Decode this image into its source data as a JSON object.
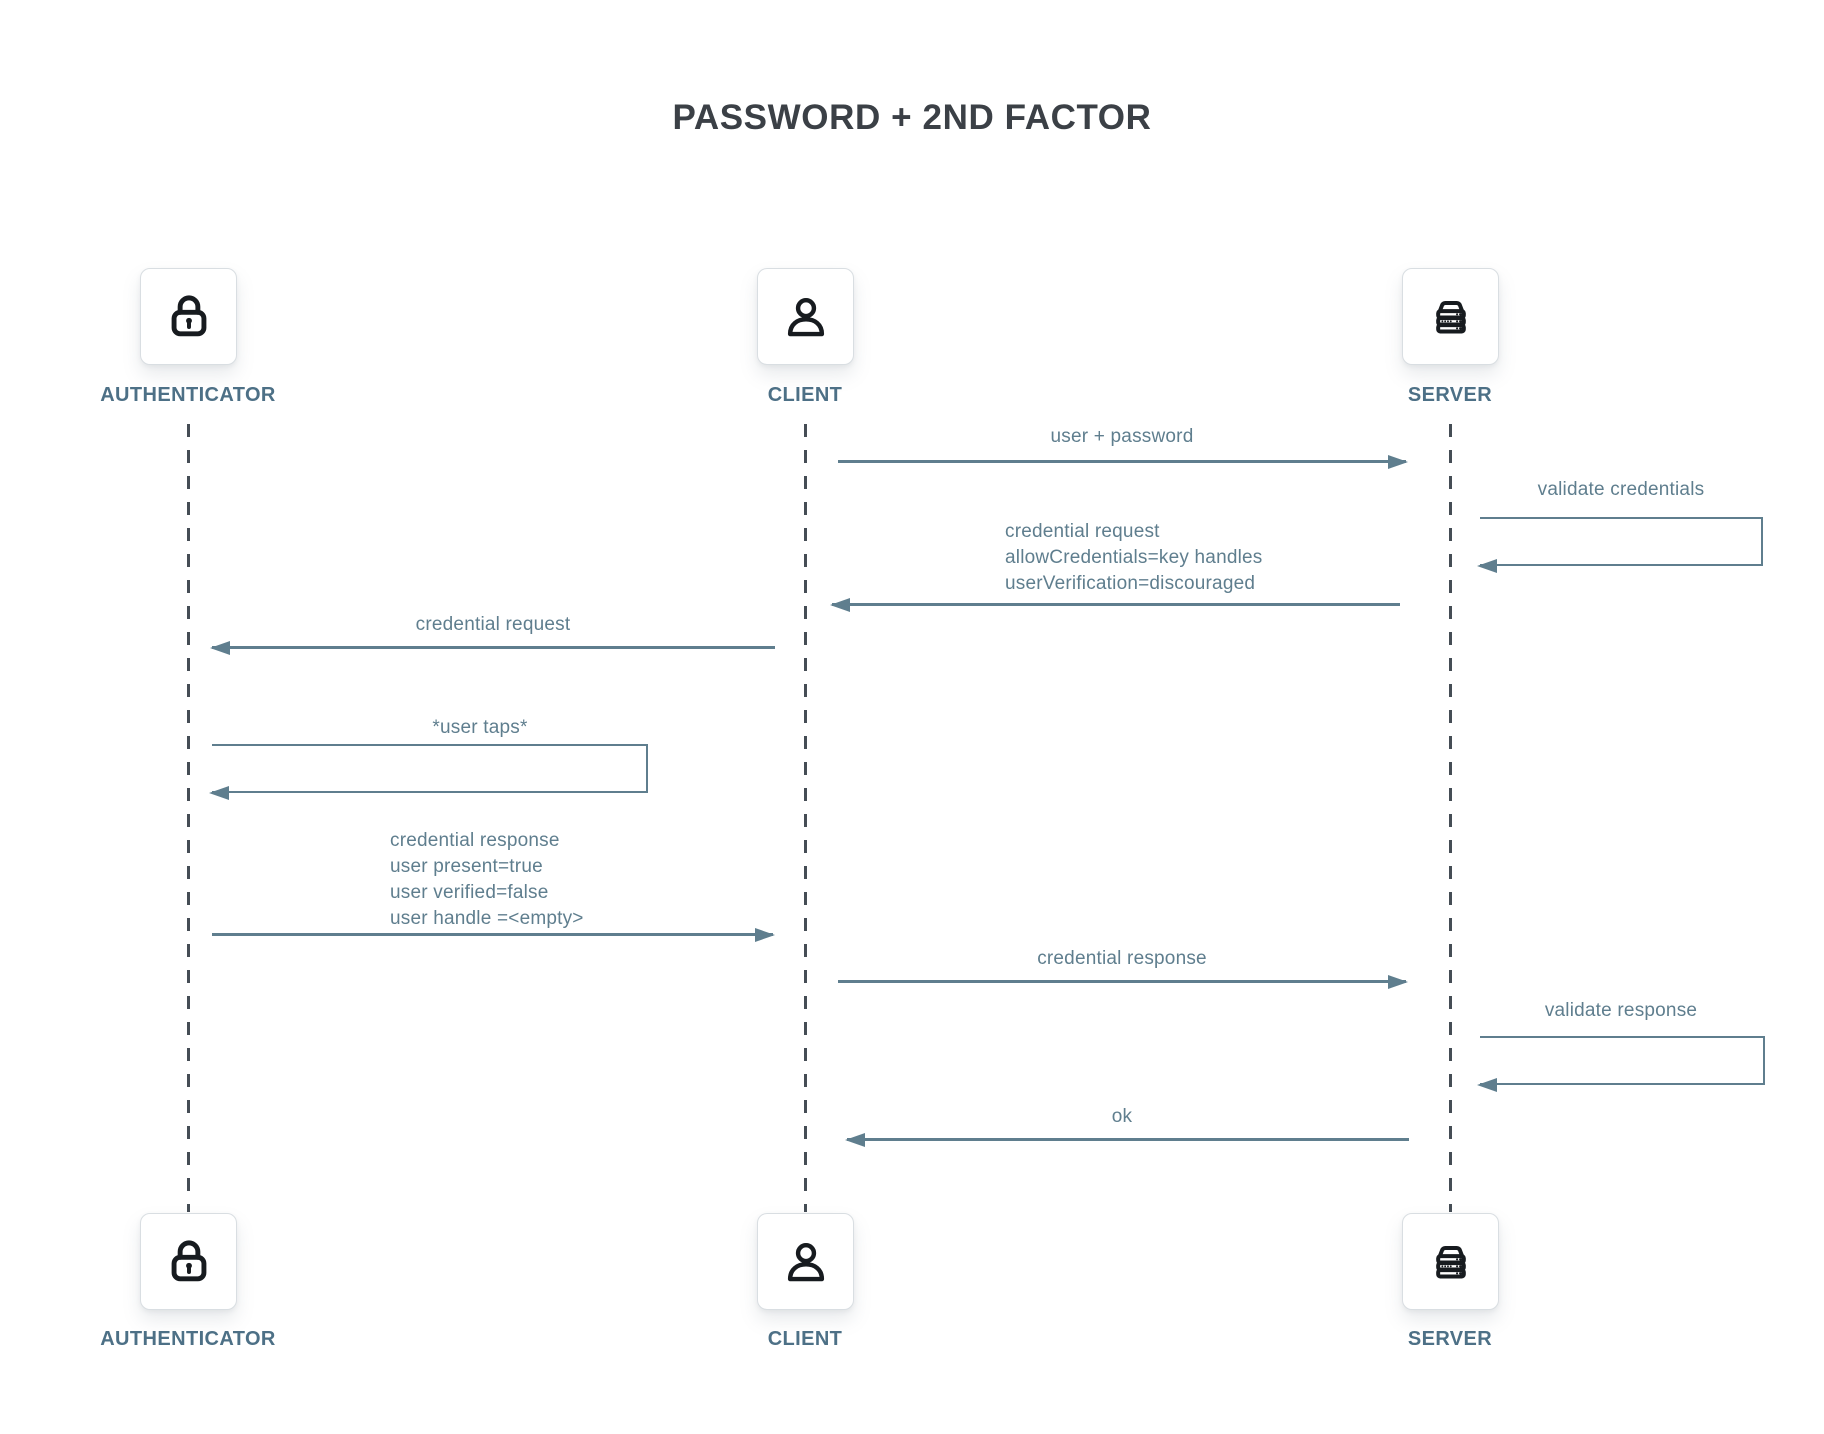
{
  "title": "PASSWORD + 2ND FACTOR",
  "colors": {
    "arrow": "#5f7e8e",
    "lifeline": "#454d55",
    "actor_label": "#4d7086",
    "title": "#3b4046",
    "icon": "#171b1f",
    "box_border": "#d9dee2",
    "box_bg": "#ffffff"
  },
  "actors": [
    {
      "id": "authenticator",
      "label": "AUTHENTICATOR",
      "icon": "lock-icon"
    },
    {
      "id": "client",
      "label": "CLIENT",
      "icon": "person-icon"
    },
    {
      "id": "server",
      "label": "SERVER",
      "icon": "server-icon"
    }
  ],
  "messages": [
    {
      "type": "arrow",
      "from": "client",
      "to": "server",
      "lines": [
        "user + password"
      ]
    },
    {
      "type": "self-loop",
      "actor": "server",
      "lines": [
        "validate credentials"
      ]
    },
    {
      "type": "arrow",
      "from": "server",
      "to": "client",
      "lines": [
        "credential request",
        "allowCredentials=key handles",
        "userVerification=discouraged"
      ]
    },
    {
      "type": "arrow",
      "from": "client",
      "to": "authenticator",
      "lines": [
        "credential request"
      ]
    },
    {
      "type": "self-loop",
      "actor": "authenticator",
      "lines": [
        "*user taps*"
      ]
    },
    {
      "type": "arrow",
      "from": "authenticator",
      "to": "client",
      "lines": [
        "credential response",
        "user present=true",
        "user verified=false",
        "user handle =<empty>"
      ]
    },
    {
      "type": "arrow",
      "from": "client",
      "to": "server",
      "lines": [
        "credential response"
      ]
    },
    {
      "type": "self-loop",
      "actor": "server",
      "lines": [
        "validate response"
      ]
    },
    {
      "type": "arrow",
      "from": "server",
      "to": "client",
      "lines": [
        "ok"
      ]
    }
  ]
}
